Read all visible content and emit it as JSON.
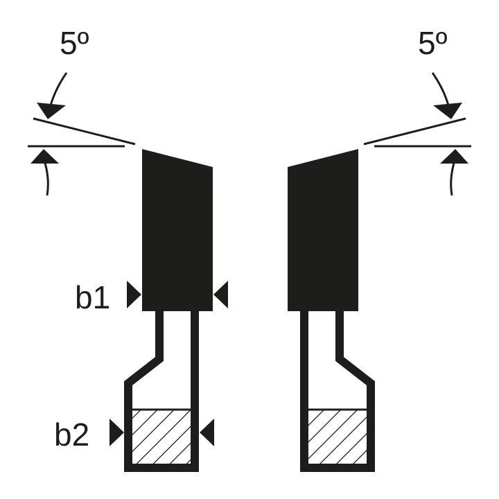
{
  "angles": {
    "left": "5º",
    "right": "5º"
  },
  "widths": {
    "b1": "b1",
    "b2": "b2"
  },
  "colors": {
    "ink": "#1d1d1b",
    "background": "#ffffff"
  }
}
